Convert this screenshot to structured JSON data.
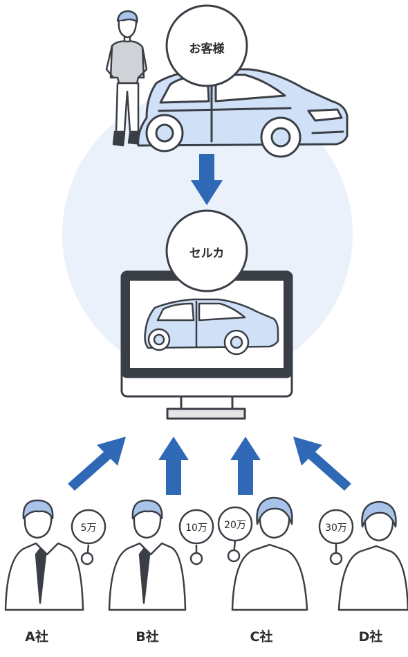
{
  "customer": {
    "label": "お客様"
  },
  "platform": {
    "label": "セルカ"
  },
  "companies": [
    {
      "name": "A社",
      "bid": "5万"
    },
    {
      "name": "B社",
      "bid": "10万"
    },
    {
      "name": "C社",
      "bid": "20万"
    },
    {
      "name": "D社",
      "bid": "30万"
    }
  ],
  "colors": {
    "arrow": "#2f68b4",
    "car_body": "#cfe0f7",
    "background_circle": "#eaf1fb",
    "outline": "#3a3f46",
    "hair": "#a9c4ea"
  }
}
